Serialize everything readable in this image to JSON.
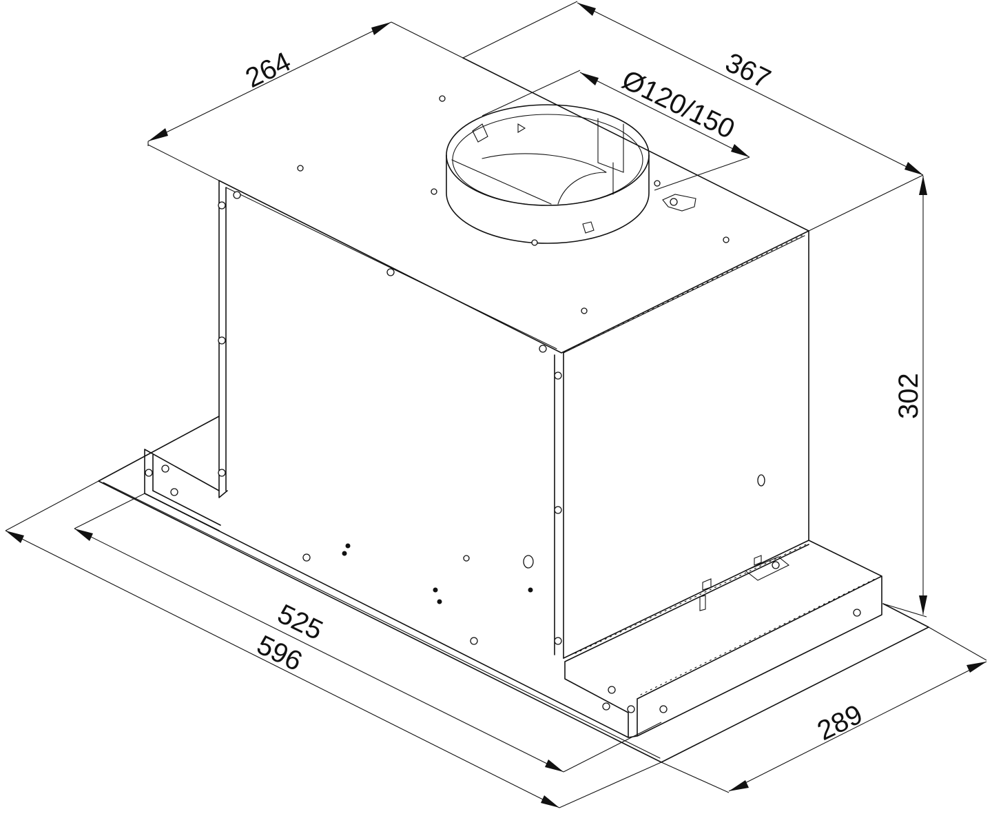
{
  "drawing": {
    "line_color": "#111111",
    "background": "#ffffff"
  },
  "dimensions": {
    "width_total": "596",
    "width_body": "525",
    "depth_body": "264",
    "depth_top": "367",
    "height": "302",
    "depth_base": "289",
    "duct_diameter": "Ø120/150"
  }
}
